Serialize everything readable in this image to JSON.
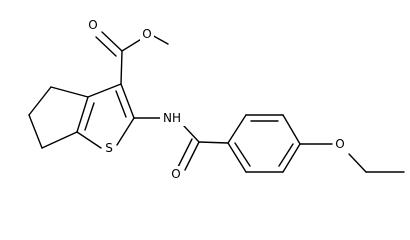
{
  "molecule": {
    "atoms": {
      "carbonyl_oxygen_top": "O",
      "ester_oxygen": "O",
      "sulfur": "S",
      "amide_nitrogen": "NH",
      "amide_oxygen": "O",
      "ether_oxygen": "O"
    }
  },
  "colors": {
    "bond": "#000000",
    "background": "#ffffff"
  }
}
